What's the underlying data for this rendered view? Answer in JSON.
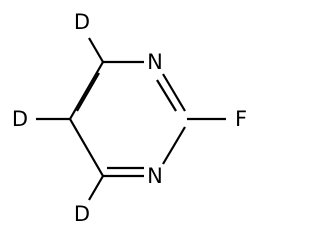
{
  "molecule": {
    "atoms": {
      "d_top": "D",
      "n_top": "N",
      "d_left": "D",
      "f": "F",
      "n_bottom": "N",
      "d_bottom": "D"
    },
    "colors": {
      "ink": "#000000",
      "background": "#ffffff"
    }
  }
}
